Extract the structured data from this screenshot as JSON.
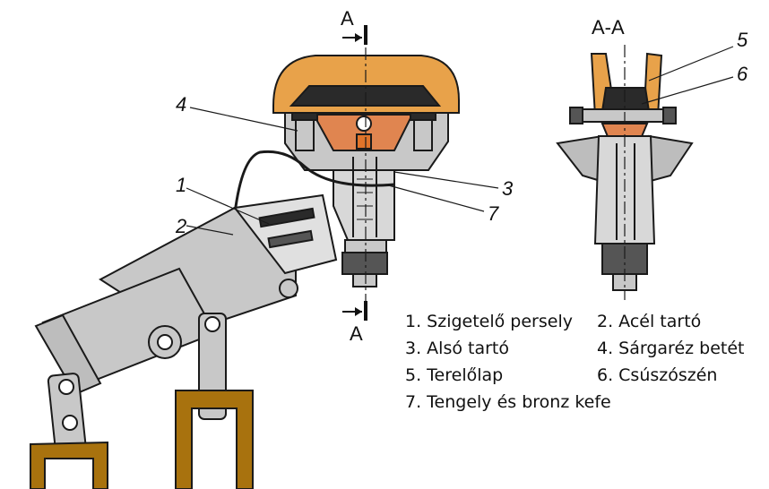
{
  "section_title": "A-A",
  "section_marks": {
    "top": "A",
    "bottom": "A"
  },
  "callouts": {
    "c1": "1",
    "c2": "2",
    "c3": "3",
    "c4": "4",
    "c5": "5",
    "c6": "6",
    "c7": "7"
  },
  "legend": [
    {
      "left": "1. Szigetelő persely",
      "right": "2. Acél tartó"
    },
    {
      "left": "3. Alsó tartó",
      "right": "4. Sárgaréz betét"
    },
    {
      "left": "5. Terelőlap",
      "right": "6. Csúszószén"
    },
    {
      "left": "7. Tengely és bronz kefe",
      "right": ""
    }
  ],
  "colors": {
    "orange": "#e8a24a",
    "deep_orange": "#e0742a",
    "copper": "#e08550",
    "bronze": "#a8720e",
    "grey": "#c8c8c8",
    "dark": "#2a2a2a"
  }
}
